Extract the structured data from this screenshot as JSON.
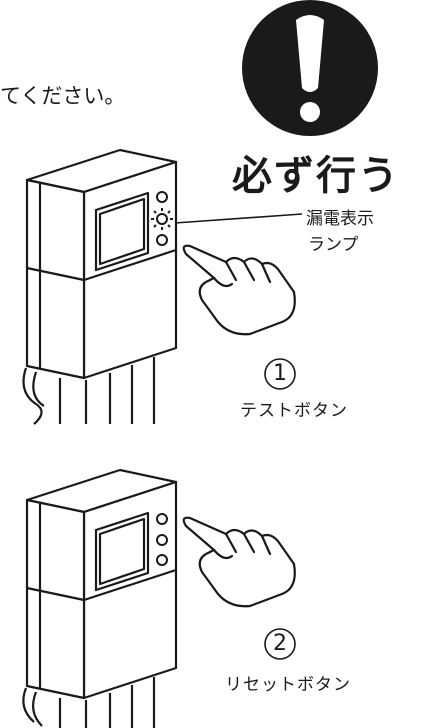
{
  "notice": {
    "lead_text": "てください。",
    "must_do_label": "必ず行う"
  },
  "device1": {
    "indicator_label_line1": "漏電表示",
    "indicator_label_line2": "ランプ",
    "step_number": "1",
    "button_caption": "テストボタン"
  },
  "device2": {
    "step_number": "2",
    "button_caption": "リセットボタン"
  },
  "colors": {
    "ink": "#1a1a1a",
    "paper": "#ffffff"
  }
}
